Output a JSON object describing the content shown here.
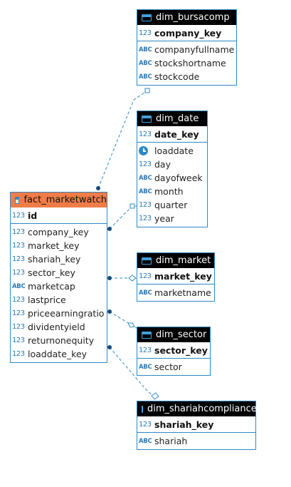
{
  "tables": {
    "dim_bursacomp": {
      "name": "dim_bursacomp",
      "pk": "company_key",
      "columns": [
        {
          "name": "companyfullname",
          "type": "ABC"
        },
        {
          "name": "stockshortname",
          "type": "ABC"
        },
        {
          "name": "stockcode",
          "type": "ABC"
        }
      ]
    },
    "dim_date": {
      "name": "dim_date",
      "pk": "date_key",
      "columns": [
        {
          "name": "loaddate",
          "type": "clock"
        },
        {
          "name": "day",
          "type": "123"
        },
        {
          "name": "dayofweek",
          "type": "ABC"
        },
        {
          "name": "month",
          "type": "ABC"
        },
        {
          "name": "quarter",
          "type": "123"
        },
        {
          "name": "year",
          "type": "123"
        }
      ]
    },
    "fact_marketwatch": {
      "name": "fact_marketwatch",
      "pk": "id",
      "columns": [
        {
          "name": "company_key",
          "type": "123"
        },
        {
          "name": "market_key",
          "type": "123"
        },
        {
          "name": "shariah_key",
          "type": "123"
        },
        {
          "name": "sector_key",
          "type": "123"
        },
        {
          "name": "marketcap",
          "type": "ABC"
        },
        {
          "name": "lastprice",
          "type": "123"
        },
        {
          "name": "priceearningratio",
          "type": "123"
        },
        {
          "name": "dividentyield",
          "type": "123"
        },
        {
          "name": "returnonequity",
          "type": "123"
        },
        {
          "name": "loaddate_key",
          "type": "123"
        }
      ]
    },
    "dim_market": {
      "name": "dim_market",
      "pk": "market_key",
      "columns": [
        {
          "name": "marketname",
          "type": "ABC"
        }
      ]
    },
    "dim_sector": {
      "name": "dim_sector",
      "pk": "sector_key",
      "columns": [
        {
          "name": "sector",
          "type": "ABC"
        }
      ]
    },
    "dim_shariahcompliance": {
      "name": "dim_shariahcompliance",
      "pk": "shariah_key",
      "columns": [
        {
          "name": "shariah",
          "type": "ABC"
        }
      ]
    }
  },
  "icons": {
    "number": "123",
    "text": "ABC",
    "table": "table-icon",
    "key": "key-icon",
    "clock": "clock-icon"
  },
  "colors": {
    "border": "#2f88c4",
    "fact_header": "#f07c48",
    "dim_header": "#000000"
  }
}
